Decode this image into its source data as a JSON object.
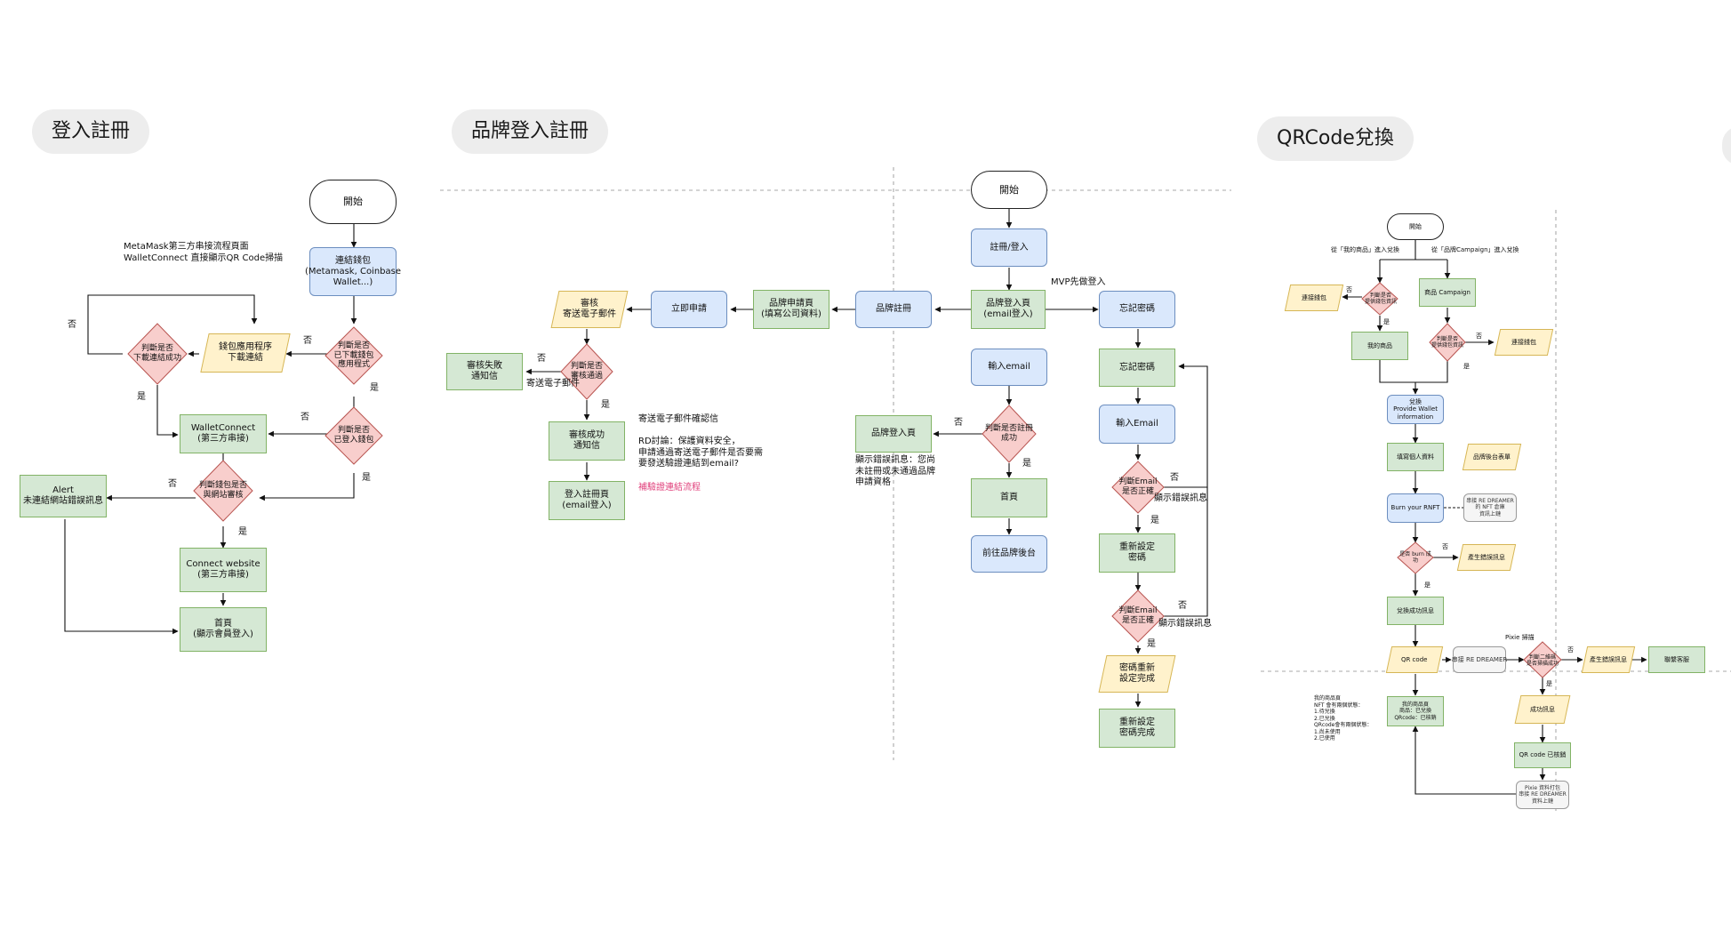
{
  "sections": {
    "login": "登入註冊",
    "brand": "品牌登入註冊",
    "qrcode": "QRCode兌換"
  },
  "login": {
    "start": "開始",
    "connect_wallet": "連結錢包\n(Metamask, Coinbase\nWallet...)",
    "downloaded_app": "判斷是否\n已下載錢包\n應用程式",
    "app_download_link": "錢包應用程序\n下載連結",
    "download_success": "判斷是否\n下載連結成功",
    "logged_in": "判斷是否\n已登入錢包",
    "walletconnect": "WalletConnect\n(第三方串接)",
    "wallet_site_match": "判斷錢包是否\n與網站審核",
    "alert": "Alert\n未連結網站錯誤訊息",
    "connect_website": "Connect website\n(第三方串接)",
    "home": "首頁\n(顯示會員登入)",
    "note": "MetaMask第三方串接流程頁面\nWalletConnect 直接顯示QR Code掃描",
    "yes": "是",
    "no": "否"
  },
  "brand": {
    "start": "開始",
    "register_login": "註冊/登入",
    "mvp_login": "MVP先做登入",
    "brand_login_page": "品牌登入頁\n(email登入)",
    "brand_register": "品牌註冊",
    "apply_page": "品牌申請頁\n(填寫公司資料)",
    "apply_now": "立即申請",
    "review_email": "審核\n寄送電子郵件",
    "review_pass": "判斷是否\n審核通過",
    "review_fail": "審核失敗\n通知信",
    "send_email": "寄送電子郵件",
    "review_success": "審核成功\n通知信",
    "login_register_page": "登入註冊頁\n(email登入)",
    "email_confirm_note": "寄送電子郵件確認信\n\nRD討論：保護資料安全，\n申請通過寄送電子郵件是否要需\n要發送驗證連結到email?",
    "verify_link_flow": "補驗證連結流程",
    "input_email": "輸入email",
    "is_registered": "判斷是否註冊\n成功",
    "brand_login_page2": "品牌登入頁",
    "error_note": "顯示錯誤訊息：您尚\n未註冊或未通過品牌\n申請資格",
    "homepage": "首頁",
    "to_backend": "前往品牌後台",
    "forgot_pw": "忘記密碼",
    "forgot_pw2": "忘記密碼",
    "input_email2": "輸入Email",
    "email_correct": "判斷Email\n是否正確",
    "show_error": "顯示錯誤訊息",
    "reset_pw": "重新設定\n密碼",
    "email_correct2": "判斷Email\n是否正確",
    "show_error2": "顯示錯誤訊息",
    "pw_reset_done_para": "密碼重新\n設定完成",
    "reset_done": "重新設定\n密碼完成",
    "yes": "是",
    "no": "否"
  },
  "qr": {
    "start": "開始",
    "from_my_items": "從「我的商品」進入兌換",
    "from_campaign": "從「品牌Campaign」進入兌換",
    "connect_wallet": "連接錢包",
    "has_wallet": "判斷是否\n提供錢包資訊",
    "product_campaign": "商品 Campaign",
    "my_items": "我的商品",
    "has_wallet2": "判斷是否\n提供錢包資訊",
    "connect_wallet2": "連接錢包",
    "provide_wallet": "兌換\nProvide Wallet\ninformation",
    "fill_info": "填寫個人資料",
    "brand_form": "品牌後台表單",
    "burn": "Burn your RNFT",
    "burn_note": "串接 RE DREAMER\n的 NFT 倉庫\n資訊上鏈",
    "burn_success": "是否 burn 成\n功",
    "burn_error": "產生錯誤訊息",
    "redeem_success": "兌換成功訊息",
    "qr_code": "QR code",
    "connect_redreamer": "串接 RE DREAMER",
    "pixie_scan": "Pixie 掃描",
    "scan_success": "判斷二維碼\n是否掃描成功",
    "error_msg": "產生錯誤訊息",
    "contact": "聯繫客服",
    "success_msg": "成功訊息",
    "my_items_status": "我的商品頁\n商品：已兌換\nQRcode：已核銷",
    "status_note": "我的商品頁\nNFT 會有兩個狀態：\n1.待兌換\n2.已兌換\nQRcode會有兩個狀態：\n1.尚未使用\n2.已使用",
    "qr_verified": "QR code 已核銷",
    "pixie_pack": "Pixie 資料打包\n串接 RE DREAMER\n資料上鏈",
    "yes": "是",
    "no": "否"
  }
}
